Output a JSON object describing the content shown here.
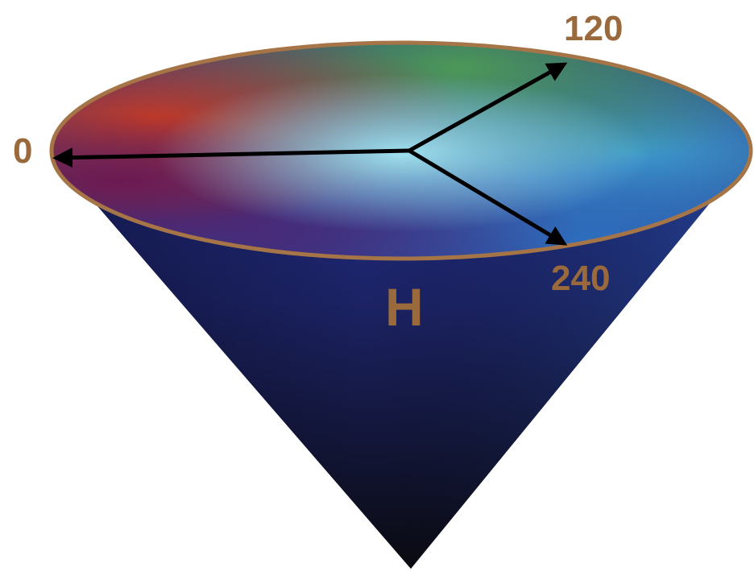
{
  "diagram": {
    "labels": {
      "hue_0": "0",
      "hue_120": "120",
      "hue_240": "240",
      "axis": "H"
    },
    "colors": {
      "label": "#9b6a3c",
      "rim": "#a57447",
      "arrow": "#000000",
      "center": "#9fe1ef",
      "red": "#c83a22",
      "orange": "#d45a2a",
      "green": "#4e9d55",
      "teal": "#3a9d9a",
      "cyan": "#3fa3d4",
      "blue": "#2e73c4",
      "purple": "#4a2a78",
      "magenta": "#6d1850",
      "navy": "#1c2366",
      "dark": "#0a0a10"
    }
  }
}
